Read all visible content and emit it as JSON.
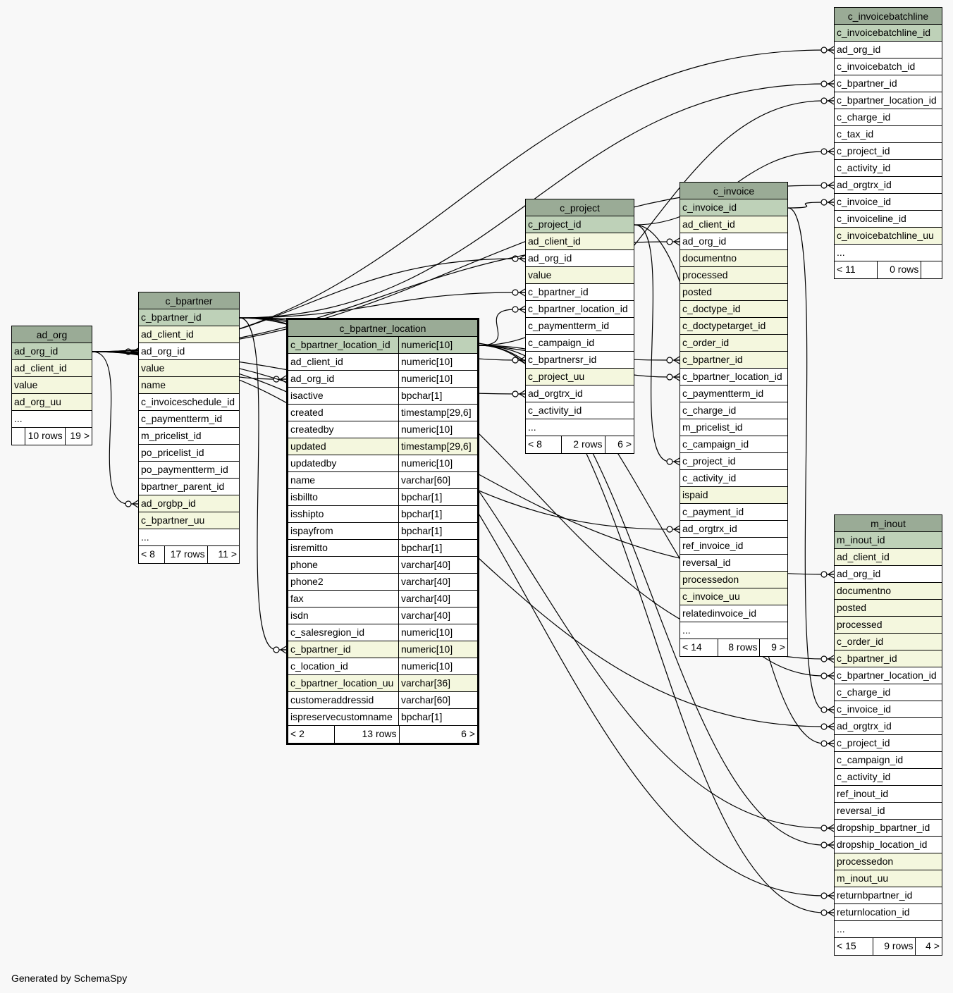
{
  "generated_by": "Generated by SchemaSpy",
  "colors": {
    "title": "#9aab96",
    "primary_key": "#bed1b8",
    "indexed": "#f4f7de",
    "plain": "#ffffff",
    "line": "#000000"
  },
  "tables": {
    "ad_org": {
      "name": "ad_org",
      "columns": [
        {
          "name": "ad_org_id",
          "kind": "pk"
        },
        {
          "name": "ad_client_id",
          "kind": "idx"
        },
        {
          "name": "value",
          "kind": "idx"
        },
        {
          "name": "ad_org_uu",
          "kind": "idx"
        },
        {
          "name": "...",
          "kind": "plain"
        }
      ],
      "footer": [
        "",
        "10 rows",
        "19 >"
      ]
    },
    "c_bpartner": {
      "name": "c_bpartner",
      "columns": [
        {
          "name": "c_bpartner_id",
          "kind": "pk"
        },
        {
          "name": "ad_client_id",
          "kind": "idx"
        },
        {
          "name": "ad_org_id",
          "kind": "plain"
        },
        {
          "name": "value",
          "kind": "idx"
        },
        {
          "name": "name",
          "kind": "idx"
        },
        {
          "name": "c_invoiceschedule_id",
          "kind": "plain"
        },
        {
          "name": "c_paymentterm_id",
          "kind": "plain"
        },
        {
          "name": "m_pricelist_id",
          "kind": "plain"
        },
        {
          "name": "po_pricelist_id",
          "kind": "plain"
        },
        {
          "name": "po_paymentterm_id",
          "kind": "plain"
        },
        {
          "name": "bpartner_parent_id",
          "kind": "plain"
        },
        {
          "name": "ad_orgbp_id",
          "kind": "idx"
        },
        {
          "name": "c_bpartner_uu",
          "kind": "idx"
        },
        {
          "name": "...",
          "kind": "plain"
        }
      ],
      "footer": [
        "< 8",
        "17 rows",
        "11 >"
      ]
    },
    "c_bpartner_location": {
      "name": "c_bpartner_location",
      "columns": [
        {
          "name": "c_bpartner_location_id",
          "type": "numeric[10]",
          "kind": "pk"
        },
        {
          "name": "ad_client_id",
          "type": "numeric[10]",
          "kind": "plain"
        },
        {
          "name": "ad_org_id",
          "type": "numeric[10]",
          "kind": "plain"
        },
        {
          "name": "isactive",
          "type": "bpchar[1]",
          "kind": "plain"
        },
        {
          "name": "created",
          "type": "timestamp[29,6]",
          "kind": "plain"
        },
        {
          "name": "createdby",
          "type": "numeric[10]",
          "kind": "plain"
        },
        {
          "name": "updated",
          "type": "timestamp[29,6]",
          "kind": "idx"
        },
        {
          "name": "updatedby",
          "type": "numeric[10]",
          "kind": "plain"
        },
        {
          "name": "name",
          "type": "varchar[60]",
          "kind": "plain"
        },
        {
          "name": "isbillto",
          "type": "bpchar[1]",
          "kind": "plain"
        },
        {
          "name": "isshipto",
          "type": "bpchar[1]",
          "kind": "plain"
        },
        {
          "name": "ispayfrom",
          "type": "bpchar[1]",
          "kind": "plain"
        },
        {
          "name": "isremitto",
          "type": "bpchar[1]",
          "kind": "plain"
        },
        {
          "name": "phone",
          "type": "varchar[40]",
          "kind": "plain"
        },
        {
          "name": "phone2",
          "type": "varchar[40]",
          "kind": "plain"
        },
        {
          "name": "fax",
          "type": "varchar[40]",
          "kind": "plain"
        },
        {
          "name": "isdn",
          "type": "varchar[40]",
          "kind": "plain"
        },
        {
          "name": "c_salesregion_id",
          "type": "numeric[10]",
          "kind": "plain"
        },
        {
          "name": "c_bpartner_id",
          "type": "numeric[10]",
          "kind": "idx"
        },
        {
          "name": "c_location_id",
          "type": "numeric[10]",
          "kind": "plain"
        },
        {
          "name": "c_bpartner_location_uu",
          "type": "varchar[36]",
          "kind": "idx"
        },
        {
          "name": "customeraddressid",
          "type": "varchar[60]",
          "kind": "plain"
        },
        {
          "name": "ispreservecustomname",
          "type": "bpchar[1]",
          "kind": "plain"
        }
      ],
      "footer": [
        "< 2",
        "13 rows",
        "6 >"
      ]
    },
    "c_project": {
      "name": "c_project",
      "columns": [
        {
          "name": "c_project_id",
          "kind": "pk"
        },
        {
          "name": "ad_client_id",
          "kind": "idx"
        },
        {
          "name": "ad_org_id",
          "kind": "plain"
        },
        {
          "name": "value",
          "kind": "idx"
        },
        {
          "name": "c_bpartner_id",
          "kind": "plain"
        },
        {
          "name": "c_bpartner_location_id",
          "kind": "plain"
        },
        {
          "name": "c_paymentterm_id",
          "kind": "plain"
        },
        {
          "name": "c_campaign_id",
          "kind": "plain"
        },
        {
          "name": "c_bpartnersr_id",
          "kind": "plain"
        },
        {
          "name": "c_project_uu",
          "kind": "idx"
        },
        {
          "name": "ad_orgtrx_id",
          "kind": "plain"
        },
        {
          "name": "c_activity_id",
          "kind": "plain"
        },
        {
          "name": "...",
          "kind": "plain"
        }
      ],
      "footer": [
        "< 8",
        "2 rows",
        "6 >"
      ]
    },
    "c_invoice": {
      "name": "c_invoice",
      "columns": [
        {
          "name": "c_invoice_id",
          "kind": "pk"
        },
        {
          "name": "ad_client_id",
          "kind": "idx"
        },
        {
          "name": "ad_org_id",
          "kind": "plain"
        },
        {
          "name": "documentno",
          "kind": "idx"
        },
        {
          "name": "processed",
          "kind": "idx"
        },
        {
          "name": "posted",
          "kind": "idx"
        },
        {
          "name": "c_doctype_id",
          "kind": "idx"
        },
        {
          "name": "c_doctypetarget_id",
          "kind": "idx"
        },
        {
          "name": "c_order_id",
          "kind": "idx"
        },
        {
          "name": "c_bpartner_id",
          "kind": "idx"
        },
        {
          "name": "c_bpartner_location_id",
          "kind": "plain"
        },
        {
          "name": "c_paymentterm_id",
          "kind": "plain"
        },
        {
          "name": "c_charge_id",
          "kind": "plain"
        },
        {
          "name": "m_pricelist_id",
          "kind": "plain"
        },
        {
          "name": "c_campaign_id",
          "kind": "plain"
        },
        {
          "name": "c_project_id",
          "kind": "plain"
        },
        {
          "name": "c_activity_id",
          "kind": "plain"
        },
        {
          "name": "ispaid",
          "kind": "idx"
        },
        {
          "name": "c_payment_id",
          "kind": "plain"
        },
        {
          "name": "ad_orgtrx_id",
          "kind": "plain"
        },
        {
          "name": "ref_invoice_id",
          "kind": "plain"
        },
        {
          "name": "reversal_id",
          "kind": "plain"
        },
        {
          "name": "processedon",
          "kind": "idx"
        },
        {
          "name": "c_invoice_uu",
          "kind": "idx"
        },
        {
          "name": "relatedinvoice_id",
          "kind": "plain"
        },
        {
          "name": "...",
          "kind": "plain"
        }
      ],
      "footer": [
        "< 14",
        "8 rows",
        "9 >"
      ]
    },
    "c_invoicebatchline": {
      "name": "c_invoicebatchline",
      "columns": [
        {
          "name": "c_invoicebatchline_id",
          "kind": "pk"
        },
        {
          "name": "ad_org_id",
          "kind": "plain"
        },
        {
          "name": "c_invoicebatch_id",
          "kind": "plain"
        },
        {
          "name": "c_bpartner_id",
          "kind": "plain"
        },
        {
          "name": "c_bpartner_location_id",
          "kind": "plain"
        },
        {
          "name": "c_charge_id",
          "kind": "plain"
        },
        {
          "name": "c_tax_id",
          "kind": "plain"
        },
        {
          "name": "c_project_id",
          "kind": "plain"
        },
        {
          "name": "c_activity_id",
          "kind": "plain"
        },
        {
          "name": "ad_orgtrx_id",
          "kind": "plain"
        },
        {
          "name": "c_invoice_id",
          "kind": "plain"
        },
        {
          "name": "c_invoiceline_id",
          "kind": "plain"
        },
        {
          "name": "c_invoicebatchline_uu",
          "kind": "idx"
        },
        {
          "name": "...",
          "kind": "plain"
        }
      ],
      "footer": [
        "< 11",
        "0 rows",
        ""
      ]
    },
    "m_inout": {
      "name": "m_inout",
      "columns": [
        {
          "name": "m_inout_id",
          "kind": "pk"
        },
        {
          "name": "ad_client_id",
          "kind": "idx"
        },
        {
          "name": "ad_org_id",
          "kind": "plain"
        },
        {
          "name": "documentno",
          "kind": "idx"
        },
        {
          "name": "posted",
          "kind": "idx"
        },
        {
          "name": "processed",
          "kind": "idx"
        },
        {
          "name": "c_order_id",
          "kind": "idx"
        },
        {
          "name": "c_bpartner_id",
          "kind": "idx"
        },
        {
          "name": "c_bpartner_location_id",
          "kind": "plain"
        },
        {
          "name": "c_charge_id",
          "kind": "plain"
        },
        {
          "name": "c_invoice_id",
          "kind": "plain"
        },
        {
          "name": "ad_orgtrx_id",
          "kind": "plain"
        },
        {
          "name": "c_project_id",
          "kind": "plain"
        },
        {
          "name": "c_campaign_id",
          "kind": "plain"
        },
        {
          "name": "c_activity_id",
          "kind": "plain"
        },
        {
          "name": "ref_inout_id",
          "kind": "plain"
        },
        {
          "name": "reversal_id",
          "kind": "plain"
        },
        {
          "name": "dropship_bpartner_id",
          "kind": "plain"
        },
        {
          "name": "dropship_location_id",
          "kind": "plain"
        },
        {
          "name": "processedon",
          "kind": "idx"
        },
        {
          "name": "m_inout_uu",
          "kind": "idx"
        },
        {
          "name": "returnbpartner_id",
          "kind": "plain"
        },
        {
          "name": "returnlocation_id",
          "kind": "plain"
        },
        {
          "name": "...",
          "kind": "plain"
        }
      ],
      "footer": [
        "< 15",
        "9 rows",
        "4 >"
      ]
    }
  },
  "relationships": [
    {
      "from": "ad_org.ad_org_id",
      "to": "c_bpartner.ad_org_id"
    },
    {
      "from": "ad_org.ad_org_id",
      "to": "c_bpartner.ad_orgbp_id"
    },
    {
      "from": "ad_org.ad_org_id",
      "to": "c_bpartner_location.ad_org_id"
    },
    {
      "from": "ad_org.ad_org_id",
      "to": "c_project.ad_org_id"
    },
    {
      "from": "ad_org.ad_org_id",
      "to": "c_project.ad_orgtrx_id"
    },
    {
      "from": "ad_org.ad_org_id",
      "to": "c_invoice.ad_org_id"
    },
    {
      "from": "ad_org.ad_org_id",
      "to": "c_invoice.ad_orgtrx_id"
    },
    {
      "from": "ad_org.ad_org_id",
      "to": "c_invoicebatchline.ad_org_id"
    },
    {
      "from": "ad_org.ad_org_id",
      "to": "c_invoicebatchline.ad_orgtrx_id"
    },
    {
      "from": "ad_org.ad_org_id",
      "to": "m_inout.ad_org_id"
    },
    {
      "from": "ad_org.ad_org_id",
      "to": "m_inout.ad_orgtrx_id"
    },
    {
      "from": "c_bpartner.c_bpartner_id",
      "to": "c_bpartner_location.c_bpartner_id"
    },
    {
      "from": "c_bpartner.c_bpartner_id",
      "to": "c_project.c_bpartner_id"
    },
    {
      "from": "c_bpartner.c_bpartner_id",
      "to": "c_project.c_bpartnersr_id"
    },
    {
      "from": "c_bpartner.c_bpartner_id",
      "to": "c_invoice.c_bpartner_id"
    },
    {
      "from": "c_bpartner.c_bpartner_id",
      "to": "c_invoicebatchline.c_bpartner_id"
    },
    {
      "from": "c_bpartner.c_bpartner_id",
      "to": "m_inout.c_bpartner_id"
    },
    {
      "from": "c_bpartner.c_bpartner_id",
      "to": "m_inout.dropship_bpartner_id"
    },
    {
      "from": "c_bpartner.c_bpartner_id",
      "to": "m_inout.returnbpartner_id"
    },
    {
      "from": "c_bpartner_location.c_bpartner_location_id",
      "to": "c_project.c_bpartner_location_id"
    },
    {
      "from": "c_bpartner_location.c_bpartner_location_id",
      "to": "c_invoice.c_bpartner_location_id"
    },
    {
      "from": "c_bpartner_location.c_bpartner_location_id",
      "to": "c_invoicebatchline.c_bpartner_location_id"
    },
    {
      "from": "c_bpartner_location.c_bpartner_location_id",
      "to": "m_inout.c_bpartner_location_id"
    },
    {
      "from": "c_bpartner_location.c_bpartner_location_id",
      "to": "m_inout.dropship_location_id"
    },
    {
      "from": "c_bpartner_location.c_bpartner_location_id",
      "to": "m_inout.returnlocation_id"
    },
    {
      "from": "c_project.c_project_id",
      "to": "c_invoice.c_project_id"
    },
    {
      "from": "c_project.c_project_id",
      "to": "c_invoicebatchline.c_project_id"
    },
    {
      "from": "c_project.c_project_id",
      "to": "m_inout.c_project_id"
    },
    {
      "from": "c_invoice.c_invoice_id",
      "to": "c_invoicebatchline.c_invoice_id"
    },
    {
      "from": "c_invoice.c_invoice_id",
      "to": "m_inout.c_invoice_id"
    }
  ]
}
